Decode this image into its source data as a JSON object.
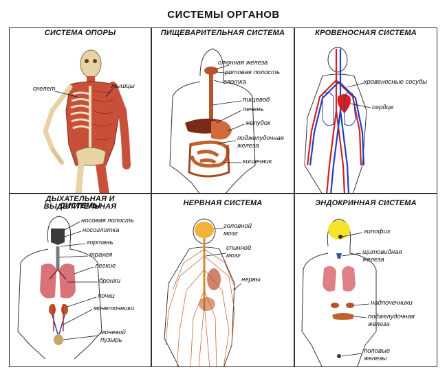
{
  "title": "СИСТЕМЫ ОРГАНОВ",
  "panels": [
    {
      "title": "СИСТЕМА ОПОРЫ",
      "labels": [
        "скелет",
        "мышцы"
      ]
    },
    {
      "title": "ПИЩЕВАРИТЕЛЬНАЯ СИСТЕМА",
      "labels": [
        "слюнная железа",
        "ротовая полость",
        "глотка",
        "пищевод",
        "печень",
        "желудок",
        "поджелудочная",
        "железа",
        "кишечник"
      ]
    },
    {
      "title": "КРОВЕНОСНАЯ СИСТЕМА",
      "labels": [
        "кровеносные сосуды",
        "сердце"
      ]
    },
    {
      "title_line1": "ДЫХАТЕЛЬНАЯ И ВЫДЕЛИТЕЛЬНАЯ",
      "title_line2": "СИСТЕМЫ",
      "labels": [
        "носовая полость",
        "носоглотка",
        "гортань",
        "трахея",
        "легкие",
        "бронхи",
        "почки",
        "мочеточники",
        "мочевой",
        "пузырь"
      ]
    },
    {
      "title": "НЕРВНАЯ СИСТЕМА",
      "labels": [
        "головной",
        "мозг",
        "спинной",
        "мозг",
        "нервы"
      ]
    },
    {
      "title": "ЭНДОКРИННАЯ СИСТЕМА",
      "labels": [
        "гипофиз",
        "щитовидная",
        "железа",
        "надпочечники",
        "поджелудочная",
        "железа",
        "половые",
        "железы"
      ]
    }
  ],
  "colors": {
    "bone": "#e8d3a6",
    "muscle": "#c8503a",
    "artery": "#d42020",
    "vein": "#1f3fbf",
    "organ": "#b8532a",
    "brain": "#f2b23a",
    "lung": "#d9737a",
    "gland": "#3a5a8a",
    "pituitary": "#f5e42a"
  }
}
